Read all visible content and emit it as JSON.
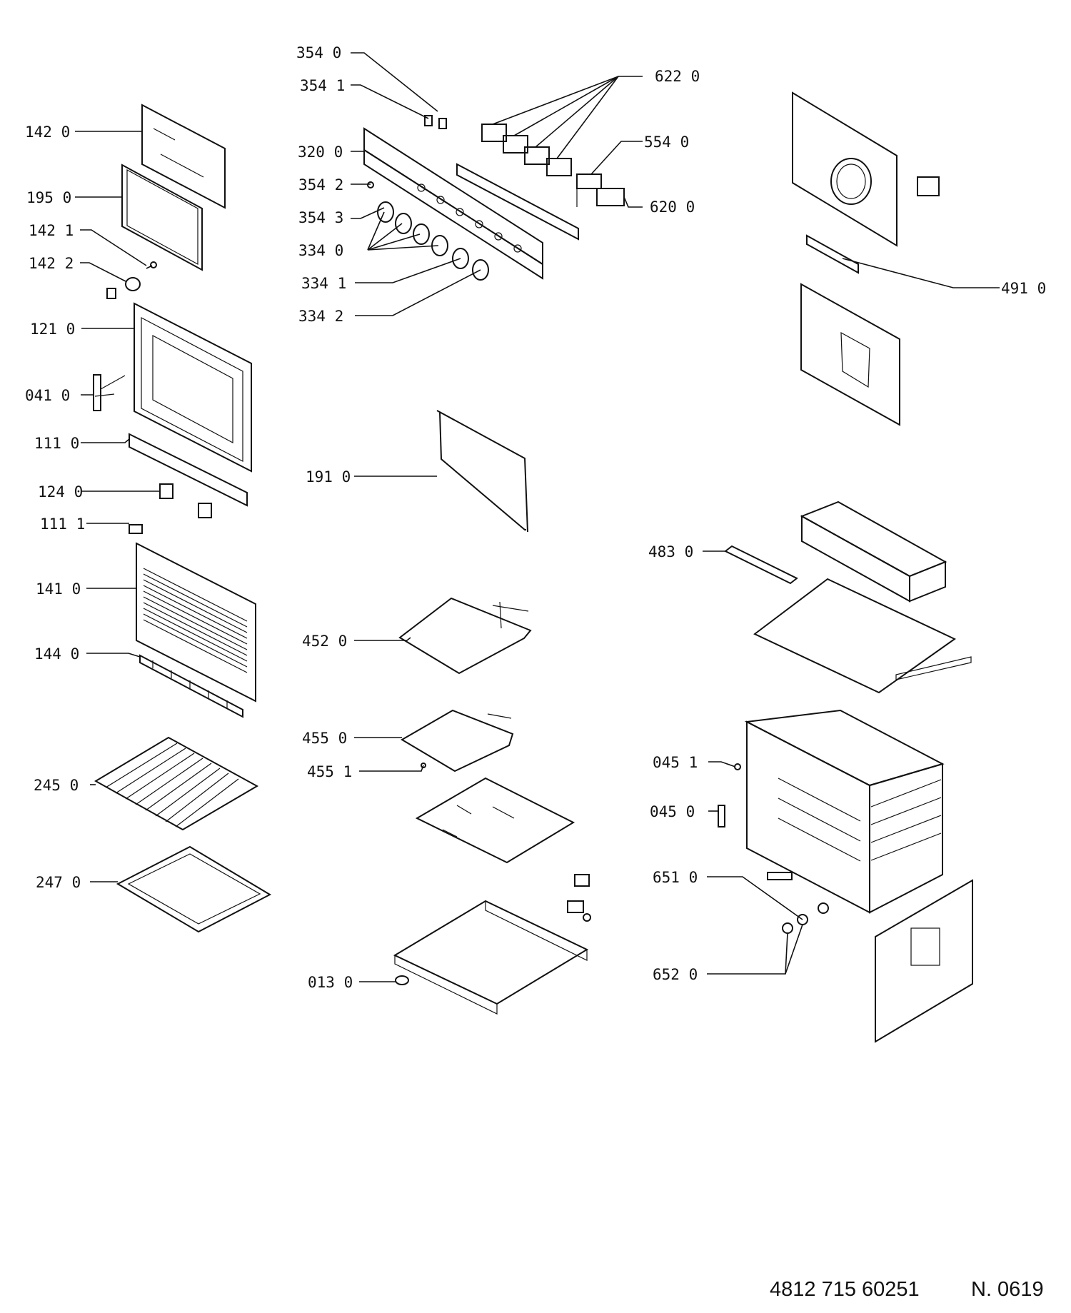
{
  "labels": {
    "p354_0": "354 0",
    "p354_1": "354 1",
    "p320_0": "320 0",
    "p354_2": "354 2",
    "p354_3": "354 3",
    "p334_0": "334 0",
    "p334_1": "334 1",
    "p334_2": "334 2",
    "p622_0": "622 0",
    "p554_0": "554 0",
    "p620_0": "620 0",
    "p491_0": "491 0",
    "p142_0": "142 0",
    "p195_0": "195 0",
    "p142_1": "142 1",
    "p142_2": "142 2",
    "p121_0": "121 0",
    "p041_0": "041 0",
    "p111_0": "111 0",
    "p124_0": "124 0",
    "p111_1": "111 1",
    "p141_0": "141 0",
    "p144_0": "144 0",
    "p245_0": "245 0",
    "p247_0": "247 0",
    "p191_0": "191 0",
    "p452_0": "452 0",
    "p455_0": "455 0",
    "p455_1": "455 1",
    "p013_0": "013 0",
    "p483_0": "483 0",
    "p045_1": "045 1",
    "p045_0": "045 0",
    "p651_0": "651 0",
    "p652_0": "652 0"
  },
  "footer": {
    "document_number": "4812 715 60251",
    "revision": "N. 0619"
  }
}
